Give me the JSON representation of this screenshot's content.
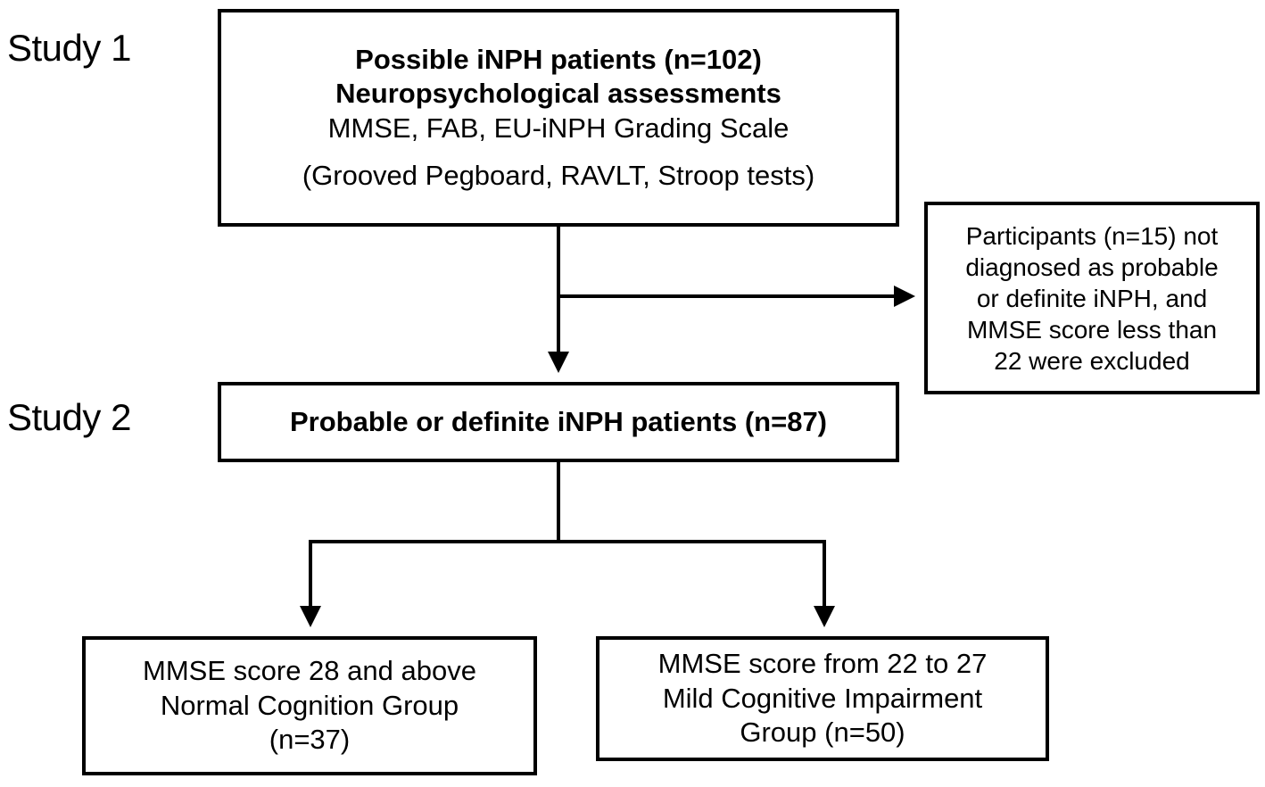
{
  "labels": {
    "study1": "Study 1",
    "study2": "Study 2"
  },
  "boxes": {
    "possible": {
      "title": "Possible iNPH patients (n=102)",
      "subtitle": "Neuropsychological assessments",
      "tests": "MMSE, FAB, EU-iNPH Grading Scale",
      "extra_tests": "(Grooved Pegboard, RAVLT, Stroop tests)"
    },
    "excluded": {
      "lines": [
        "Participants (n=15) not",
        "diagnosed as probable",
        "or definite iNPH, and",
        "MMSE score less than",
        "22 were excluded"
      ]
    },
    "probable": {
      "title": "Probable or definite iNPH patients (n=87)"
    },
    "normal": {
      "lines": [
        "MMSE score 28 and above",
        "Normal Cognition Group",
        "(n=37)"
      ]
    },
    "mci": {
      "lines": [
        "MMSE score from 22 to 27",
        "Mild Cognitive Impairment",
        "Group (n=50)"
      ]
    }
  }
}
